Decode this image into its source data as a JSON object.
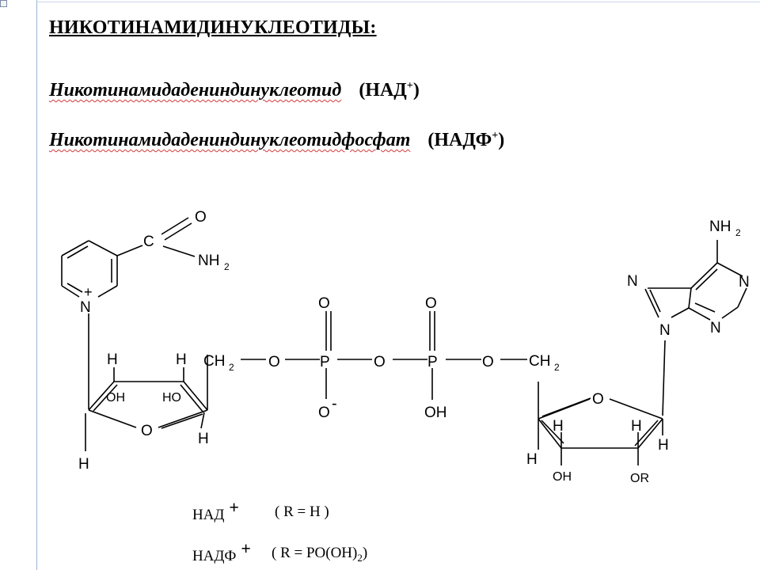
{
  "title": "НИКОТИНАМИДИНУКЛЕОТИДЫ:",
  "compounds": [
    {
      "name": "Никотинамидадениндинуклеотид",
      "abbr_main": "(НАД",
      "abbr_sup": "+",
      "abbr_end": ")"
    },
    {
      "name": "Никотинамидадениндинуклеотидфосфат",
      "abbr_main": "(НАДФ",
      "abbr_sup": "+",
      "abbr_end": ")"
    }
  ],
  "structure": {
    "ring_n_plus": "N",
    "plus": "+",
    "amide_c": "C",
    "amide_o": "O",
    "amide_nh": "NH",
    "sub2": "2",
    "ch": "CH",
    "bridge_o": "O",
    "p": "P",
    "o_minus": "O",
    "minus": "-",
    "oh": "OH",
    "h": "H",
    "sugar_oh": "OH",
    "sugar_ho": "HO",
    "or": "OR",
    "adenine_n": "N"
  },
  "legend": [
    {
      "label": "НАД",
      "plus": "+",
      "formula": "( R = H )"
    },
    {
      "label": "НАДФ",
      "plus": "+",
      "formula_main": "( R = PO(OH)",
      "formula_sub": "2",
      "formula_end": ")"
    }
  ]
}
